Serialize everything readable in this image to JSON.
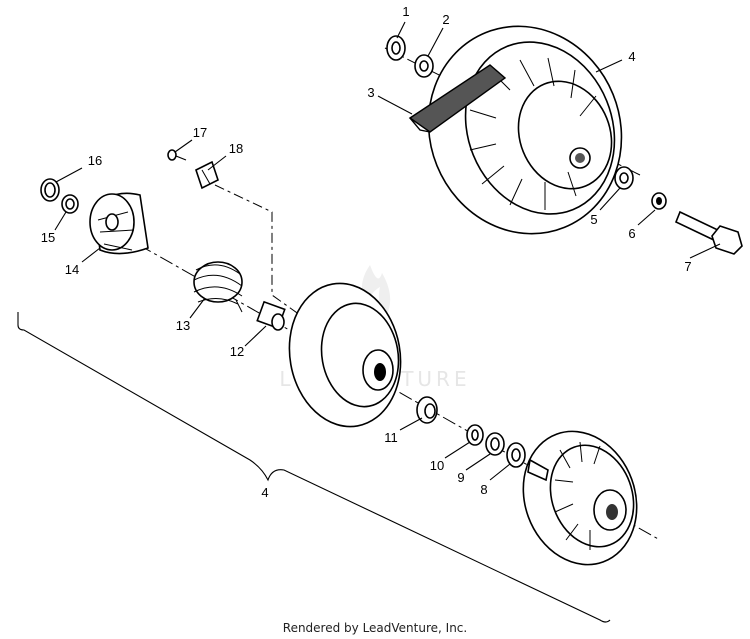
{
  "watermark": "LEADVENTURE",
  "footer": "Rendered by LeadVenture, Inc.",
  "callouts": {
    "c1": "1",
    "c2": "2",
    "c3": "3",
    "c4": "4",
    "c5": "5",
    "c6": "6",
    "c7": "7",
    "c8": "8",
    "c9": "9",
    "c10": "10",
    "c11": "11",
    "c12": "12",
    "c13": "13",
    "c14": "14",
    "c15": "15",
    "c16": "16",
    "c17": "17",
    "c18": "18",
    "c4b": "4"
  }
}
